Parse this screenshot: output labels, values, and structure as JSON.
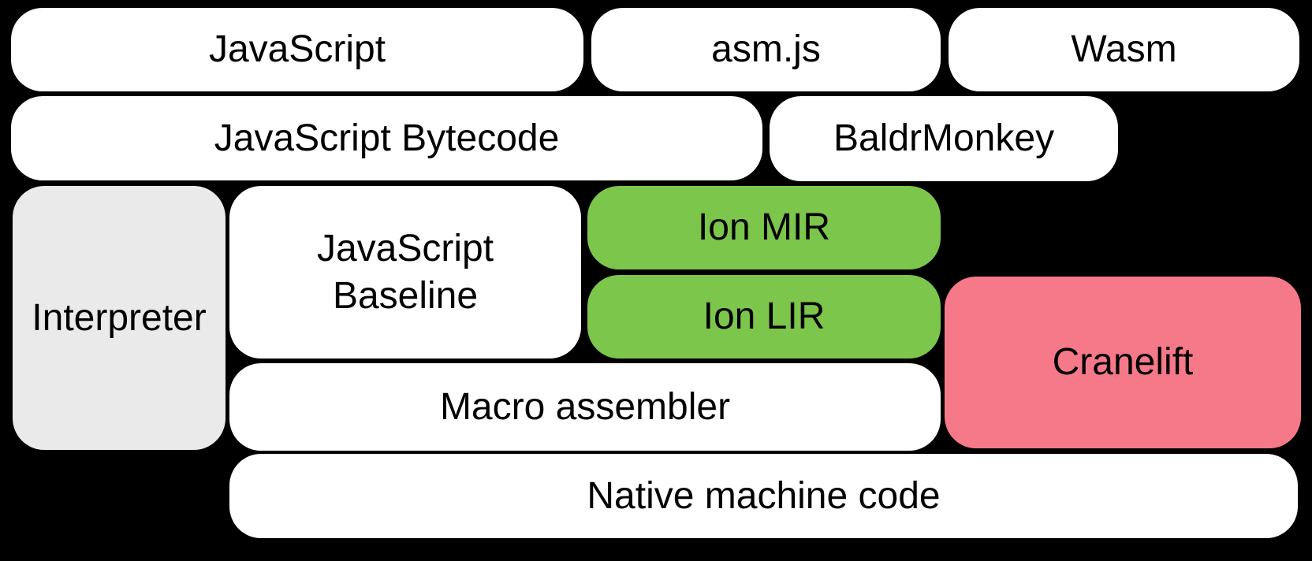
{
  "colors": {
    "background": "#000000",
    "box_fill": "#ffffff",
    "interpreter_fill": "#eaeaea",
    "ion_fill": "#7cc64c",
    "cranelift_fill": "#f67989",
    "text": "#000000"
  },
  "boxes": {
    "javascript": {
      "label": "JavaScript"
    },
    "asmjs": {
      "label": "asm.js"
    },
    "wasm": {
      "label": "Wasm"
    },
    "bytecode": {
      "label": "JavaScript Bytecode"
    },
    "baldrmonkey": {
      "label": "BaldrMonkey"
    },
    "interpreter": {
      "label": "Interpreter"
    },
    "baseline": {
      "label": "JavaScript Baseline"
    },
    "ion_mir": {
      "label": "Ion MIR"
    },
    "ion_lir": {
      "label": "Ion LIR"
    },
    "cranelift": {
      "label": "Cranelift"
    },
    "macro_assembler": {
      "label": "Macro assembler"
    },
    "native_machine_code": {
      "label": "Native machine code"
    }
  }
}
